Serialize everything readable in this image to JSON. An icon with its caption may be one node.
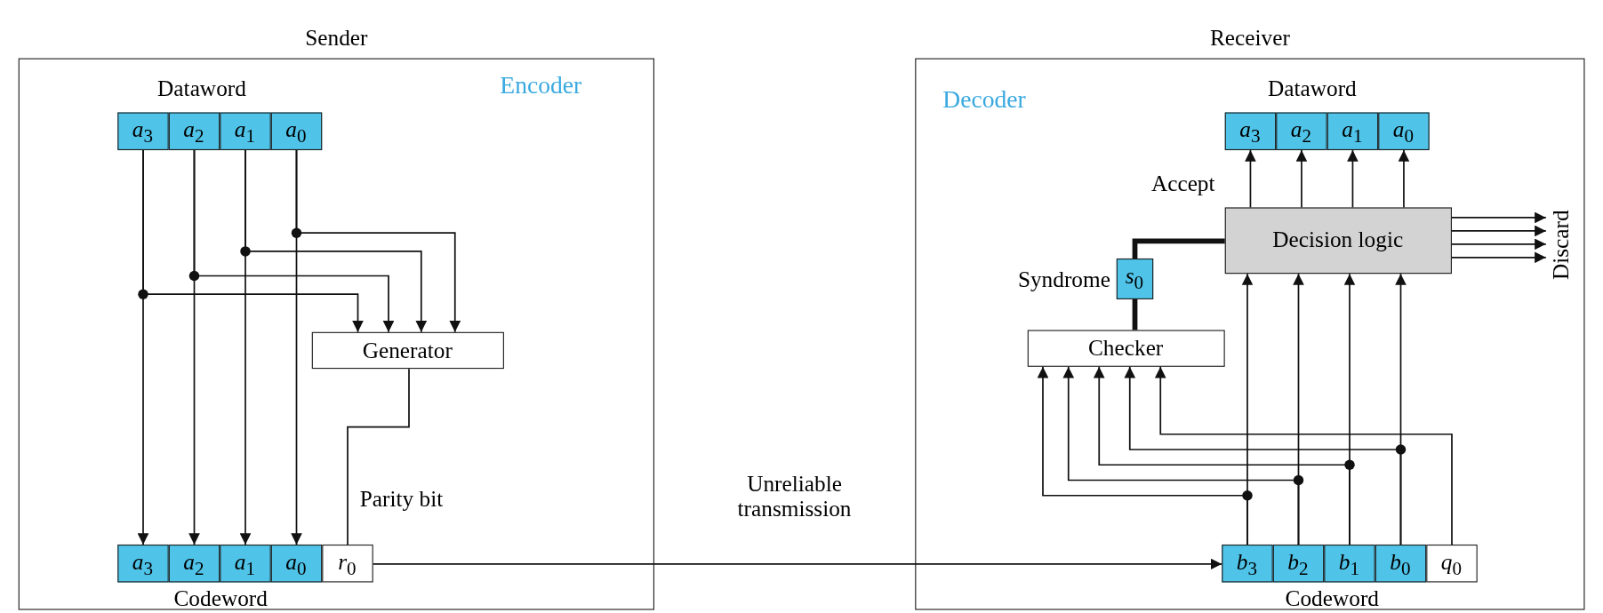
{
  "diagram": {
    "nodes": [
      {
        "text": [
          "Sender",
          "Encoder"
        ]
      },
      {
        "text": [
          "*a*$_{3}$"
        ],
        "in": 0
      },
      {
        "text": [
          "*a*$_{2}$"
        ],
        "in": 0
      },
      {
        "text": [
          "*a*$_{1}$"
        ],
        "in": 0
      },
      {
        "text": [
          "*a*$_{0}$"
        ],
        "in": 0
      },
      {
        "text": [
          "Generator"
        ],
        "in": 0
      },
      {
        "text": [
          "*a*$_{3}$"
        ],
        "in": 0
      },
      {
        "text": [
          "*a*$_{2}$"
        ],
        "in": 0
      },
      {
        "text": [
          "*a*$_{1}$"
        ],
        "in": 0
      },
      {
        "text": [
          "*a*$_{0}$"
        ],
        "in": 0
      },
      {
        "text": [
          "*r*$_{0}$"
        ],
        "in": 0
      },
      {
        "text": [
          "Receiver",
          "Decoder"
        ]
      },
      {
        "text": [
          "*a*$_{3}$"
        ],
        "in": 11
      },
      {
        "text": [
          "*a*$_{2}$"
        ],
        "in": 11
      },
      {
        "text": [
          "*a*$_{1}$"
        ],
        "in": 11
      },
      {
        "text": [
          "*a*$_{0}$"
        ],
        "in": 11
      },
      {
        "text": [
          "Decision logic"
        ],
        "in": 11
      },
      {
        "text": [
          "*s*$_{0}$"
        ],
        "in": 11,
        "beside": [
          "Syndrome"
        ]
      },
      {
        "text": [
          "Checker"
        ],
        "in": 11
      },
      {
        "text": [
          "*b*$_{3}$"
        ],
        "in": 11
      },
      {
        "text": [
          "*b*$_{2}$"
        ],
        "in": 11
      },
      {
        "text": [
          "*b*$_{1}$"
        ],
        "in": 11
      },
      {
        "text": [
          "*b*$_{0}$"
        ],
        "in": 11
      },
      {
        "text": [
          "*q*$_{0}$"
        ],
        "in": 11
      },
      {
        "text": [
          "Discard"
        ],
        "in": 11
      }
    ],
    "edges": [
      {
        "from": 1,
        "to": 6,
        "arrow": "to"
      },
      {
        "from": 2,
        "to": 7,
        "arrow": "to"
      },
      {
        "from": 3,
        "to": 8,
        "arrow": "to"
      },
      {
        "from": 4,
        "to": 9,
        "arrow": "to"
      },
      {
        "from": 1,
        "to": 5,
        "arrow": "to"
      },
      {
        "from": 2,
        "to": 5,
        "arrow": "to"
      },
      {
        "from": 3,
        "to": 5,
        "arrow": "to"
      },
      {
        "from": 4,
        "to": 5,
        "arrow": "to"
      },
      {
        "from": 5,
        "to": 10,
        "arrow": "none",
        "label": "Parity bit"
      },
      {
        "from": 10,
        "to": 19,
        "arrow": "to",
        "label": "Unreliable transmission"
      },
      {
        "from": 19,
        "to": 16,
        "arrow": "to"
      },
      {
        "from": 20,
        "to": 16,
        "arrow": "to"
      },
      {
        "from": 21,
        "to": 16,
        "arrow": "to"
      },
      {
        "from": 22,
        "to": 16,
        "arrow": "to"
      },
      {
        "from": 19,
        "to": 18,
        "arrow": "to"
      },
      {
        "from": 20,
        "to": 18,
        "arrow": "to"
      },
      {
        "from": 21,
        "to": 18,
        "arrow": "to"
      },
      {
        "from": 22,
        "to": 18,
        "arrow": "to"
      },
      {
        "from": 23,
        "to": 18,
        "arrow": "to"
      },
      {
        "from": 18,
        "to": 17,
        "arrow": "none",
        "style": "thick"
      },
      {
        "from": 17,
        "to": 16,
        "arrow": "none",
        "style": "thick"
      },
      {
        "from": 16,
        "to": 12,
        "arrow": "to",
        "label": "Accept"
      },
      {
        "from": 16,
        "to": 13,
        "arrow": "to"
      },
      {
        "from": 16,
        "to": 14,
        "arrow": "to"
      },
      {
        "from": 16,
        "to": 15,
        "arrow": "to"
      },
      {
        "from": 16,
        "to": 24,
        "arrow": "to"
      },
      {
        "from": 16,
        "to": 24,
        "arrow": "to"
      },
      {
        "from": 16,
        "to": 24,
        "arrow": "to"
      },
      {
        "from": 16,
        "to": 24,
        "arrow": "to"
      }
    ],
    "labels": [
      "Dataword",
      "Dataword",
      "Codeword",
      "Codeword"
    ]
  }
}
